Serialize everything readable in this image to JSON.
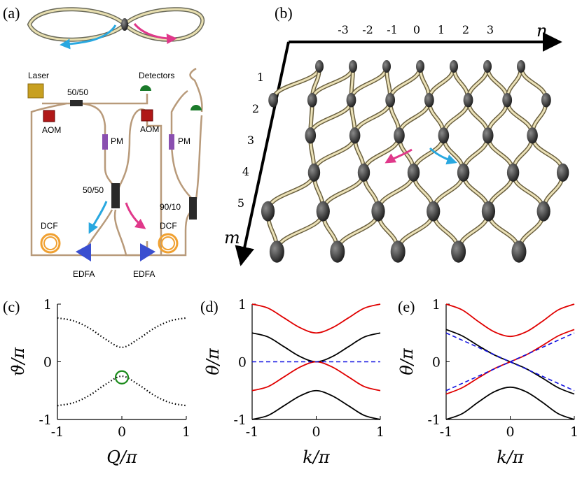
{
  "figure": {
    "panel_labels": [
      "(a)",
      "(b)",
      "(c)",
      "(d)",
      "(e)"
    ],
    "setup_labels": {
      "laser": "Laser",
      "detectors": "Detectors",
      "coupler_left": "50/50",
      "coupler_center": "50/50",
      "coupler_right": "90/10",
      "aom_left": "AOM",
      "aom_right": "AOM",
      "pm_left": "PM",
      "pm_right": "PM",
      "dcf_left": "DCF",
      "dcf_right": "DCF",
      "edfa_left": "EDFA",
      "edfa_right": "EDFA"
    },
    "lattice": {
      "n_axis_label": "n",
      "m_axis_label": "m",
      "n_ticks": [
        "-3",
        "-2",
        "-1",
        "0",
        "1",
        "2",
        "3"
      ],
      "m_ticks": [
        "1",
        "2",
        "3",
        "4",
        "5"
      ]
    },
    "colors": {
      "blue_arrow": "#29a8e0",
      "magenta_arrow": "#e0388a",
      "red_band": "#e00000",
      "black_band": "#000000",
      "dashed_band": "#1010e0",
      "circle": "#1a8a1a",
      "aom": "#b01818",
      "pm": "#8a4fb0",
      "edfa": "#3a4fd0",
      "dcf": "#f0a030",
      "laser": "#c8a020"
    }
  },
  "chart_data": [
    {
      "type": "line",
      "panel": "(c)",
      "xlabel": "Q/π",
      "ylabel": "ϑ/π",
      "xlim": [
        -1,
        1
      ],
      "ylim": [
        -1,
        1
      ],
      "xticks": [
        "-1",
        "0",
        "1"
      ],
      "yticks": [
        "-1",
        "0",
        "1"
      ],
      "series": [
        {
          "style": "dotted-black",
          "x": [
            -1,
            -0.75,
            -0.5,
            -0.25,
            0,
            0.25,
            0.5,
            0.75,
            1
          ],
          "y": [
            0.76,
            0.71,
            0.58,
            0.39,
            0.25,
            0.39,
            0.58,
            0.71,
            0.76
          ]
        },
        {
          "style": "dotted-black",
          "x": [
            -1,
            -0.75,
            -0.5,
            -0.25,
            0,
            0.25,
            0.5,
            0.75,
            1
          ],
          "y": [
            -0.76,
            -0.71,
            -0.58,
            -0.39,
            -0.25,
            -0.39,
            -0.58,
            -0.71,
            -0.76
          ]
        }
      ],
      "annotations": [
        {
          "shape": "circle",
          "x": 0,
          "y": -0.27,
          "color": "green"
        }
      ]
    },
    {
      "type": "line",
      "panel": "(d)",
      "xlabel": "k/π",
      "ylabel": "θ/π",
      "xlim": [
        -1,
        1
      ],
      "ylim": [
        -1,
        1
      ],
      "xticks": [
        "-1",
        "0",
        "1"
      ],
      "yticks": [
        "-1",
        "0",
        "1"
      ],
      "series": [
        {
          "style": "red",
          "x": [
            -1,
            -0.75,
            -0.5,
            -0.25,
            0,
            0.25,
            0.5,
            0.75,
            1
          ],
          "y": [
            1.0,
            0.93,
            0.76,
            0.59,
            0.5,
            0.59,
            0.76,
            0.93,
            1.0
          ]
        },
        {
          "style": "black",
          "x": [
            -1,
            -0.75,
            -0.5,
            -0.25,
            0,
            0.25,
            0.5,
            0.75,
            1
          ],
          "y": [
            0.5,
            0.43,
            0.26,
            0.09,
            0.0,
            0.09,
            0.26,
            0.43,
            0.5
          ]
        },
        {
          "style": "red",
          "x": [
            -1,
            -0.75,
            -0.5,
            -0.25,
            0,
            0.25,
            0.5,
            0.75,
            1
          ],
          "y": [
            -0.5,
            -0.43,
            -0.26,
            -0.09,
            0.0,
            -0.09,
            -0.26,
            -0.43,
            -0.5
          ]
        },
        {
          "style": "black",
          "x": [
            -1,
            -0.75,
            -0.5,
            -0.25,
            0,
            0.25,
            0.5,
            0.75,
            1
          ],
          "y": [
            -1.0,
            -0.93,
            -0.76,
            -0.59,
            -0.5,
            -0.59,
            -0.76,
            -0.93,
            -1.0
          ]
        },
        {
          "style": "dashed-blue",
          "x": [
            -1,
            1
          ],
          "y": [
            0,
            0
          ]
        }
      ]
    },
    {
      "type": "line",
      "panel": "(e)",
      "xlabel": "k/π",
      "ylabel": "θ/π",
      "xlim": [
        -1,
        1
      ],
      "ylim": [
        -1,
        1
      ],
      "xticks": [
        "-1",
        "0",
        "1"
      ],
      "yticks": [
        "-1",
        "0",
        "1"
      ],
      "series": [
        {
          "style": "red",
          "x": [
            -1,
            -0.75,
            -0.5,
            -0.25,
            0,
            0.25,
            0.5,
            0.75,
            1
          ],
          "y": [
            1.0,
            0.9,
            0.7,
            0.52,
            0.44,
            0.52,
            0.7,
            0.9,
            1.0
          ]
        },
        {
          "style": "black",
          "x": [
            -1,
            -0.75,
            -0.5,
            -0.25,
            0,
            0.25,
            0.5,
            0.75,
            1
          ],
          "y": [
            0.56,
            0.45,
            0.28,
            0.12,
            0.0,
            -0.12,
            -0.28,
            -0.45,
            -0.56
          ]
        },
        {
          "style": "red",
          "x": [
            -1,
            -0.75,
            -0.5,
            -0.25,
            0,
            0.25,
            0.5,
            0.75,
            1
          ],
          "y": [
            -0.56,
            -0.45,
            -0.28,
            -0.12,
            0.0,
            0.12,
            0.28,
            0.45,
            0.56
          ]
        },
        {
          "style": "black",
          "x": [
            -1,
            -0.75,
            -0.5,
            -0.25,
            0,
            0.25,
            0.5,
            0.75,
            1
          ],
          "y": [
            -1.0,
            -0.9,
            -0.7,
            -0.52,
            -0.44,
            -0.52,
            -0.7,
            -0.9,
            -1.0
          ]
        },
        {
          "style": "dashed-blue",
          "x": [
            -1,
            1
          ],
          "y": [
            0.5,
            -0.5
          ]
        },
        {
          "style": "dashed-blue",
          "x": [
            -1,
            1
          ],
          "y": [
            -0.5,
            0.5
          ]
        }
      ]
    }
  ]
}
